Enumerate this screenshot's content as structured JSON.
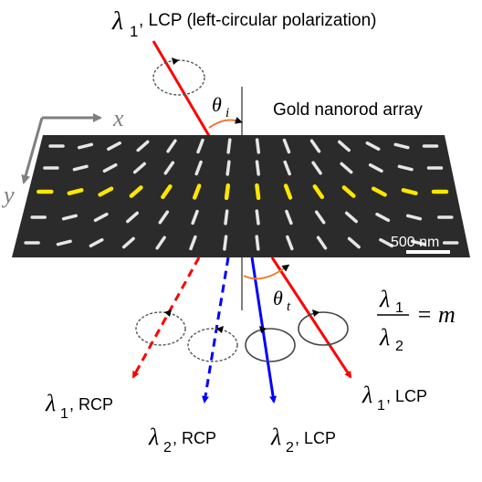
{
  "labels": {
    "incident_lambda": "λ",
    "incident_sub": "1",
    "incident_text": ", LCP (left-circular polarization)",
    "sample": "Gold nanorod array",
    "theta_i": "θ",
    "theta_i_sub": "i",
    "theta_t": "θ",
    "theta_t_sub": "t",
    "axis_x": "x",
    "axis_y": "y",
    "scale_bar": "500 nm",
    "ratio_num": "λ",
    "ratio_num_sub": "1",
    "ratio_den": "λ",
    "ratio_den_sub": "2",
    "ratio_rhs": "= m"
  },
  "outputs": [
    {
      "lambda": "λ",
      "sub": "1",
      "pol": ", RCP",
      "color": "#ff0000",
      "style": "dashed"
    },
    {
      "lambda": "λ",
      "sub": "2",
      "pol": ", RCP",
      "color": "#0000ff",
      "style": "dashed"
    },
    {
      "lambda": "λ",
      "sub": "2",
      "pol": ", LCP",
      "color": "#0000ff",
      "style": "solid"
    },
    {
      "lambda": "λ",
      "sub": "1",
      "pol": ", LCP",
      "color": "#ff0000",
      "style": "solid"
    }
  ],
  "colors": {
    "red_beam": "#ff0000",
    "blue_beam": "#0000ff",
    "angle_arc": "#ed7d31",
    "highlight_rods": "#ffe600",
    "substrate": "#2b2b2b",
    "axis": "#7f7f7f"
  }
}
